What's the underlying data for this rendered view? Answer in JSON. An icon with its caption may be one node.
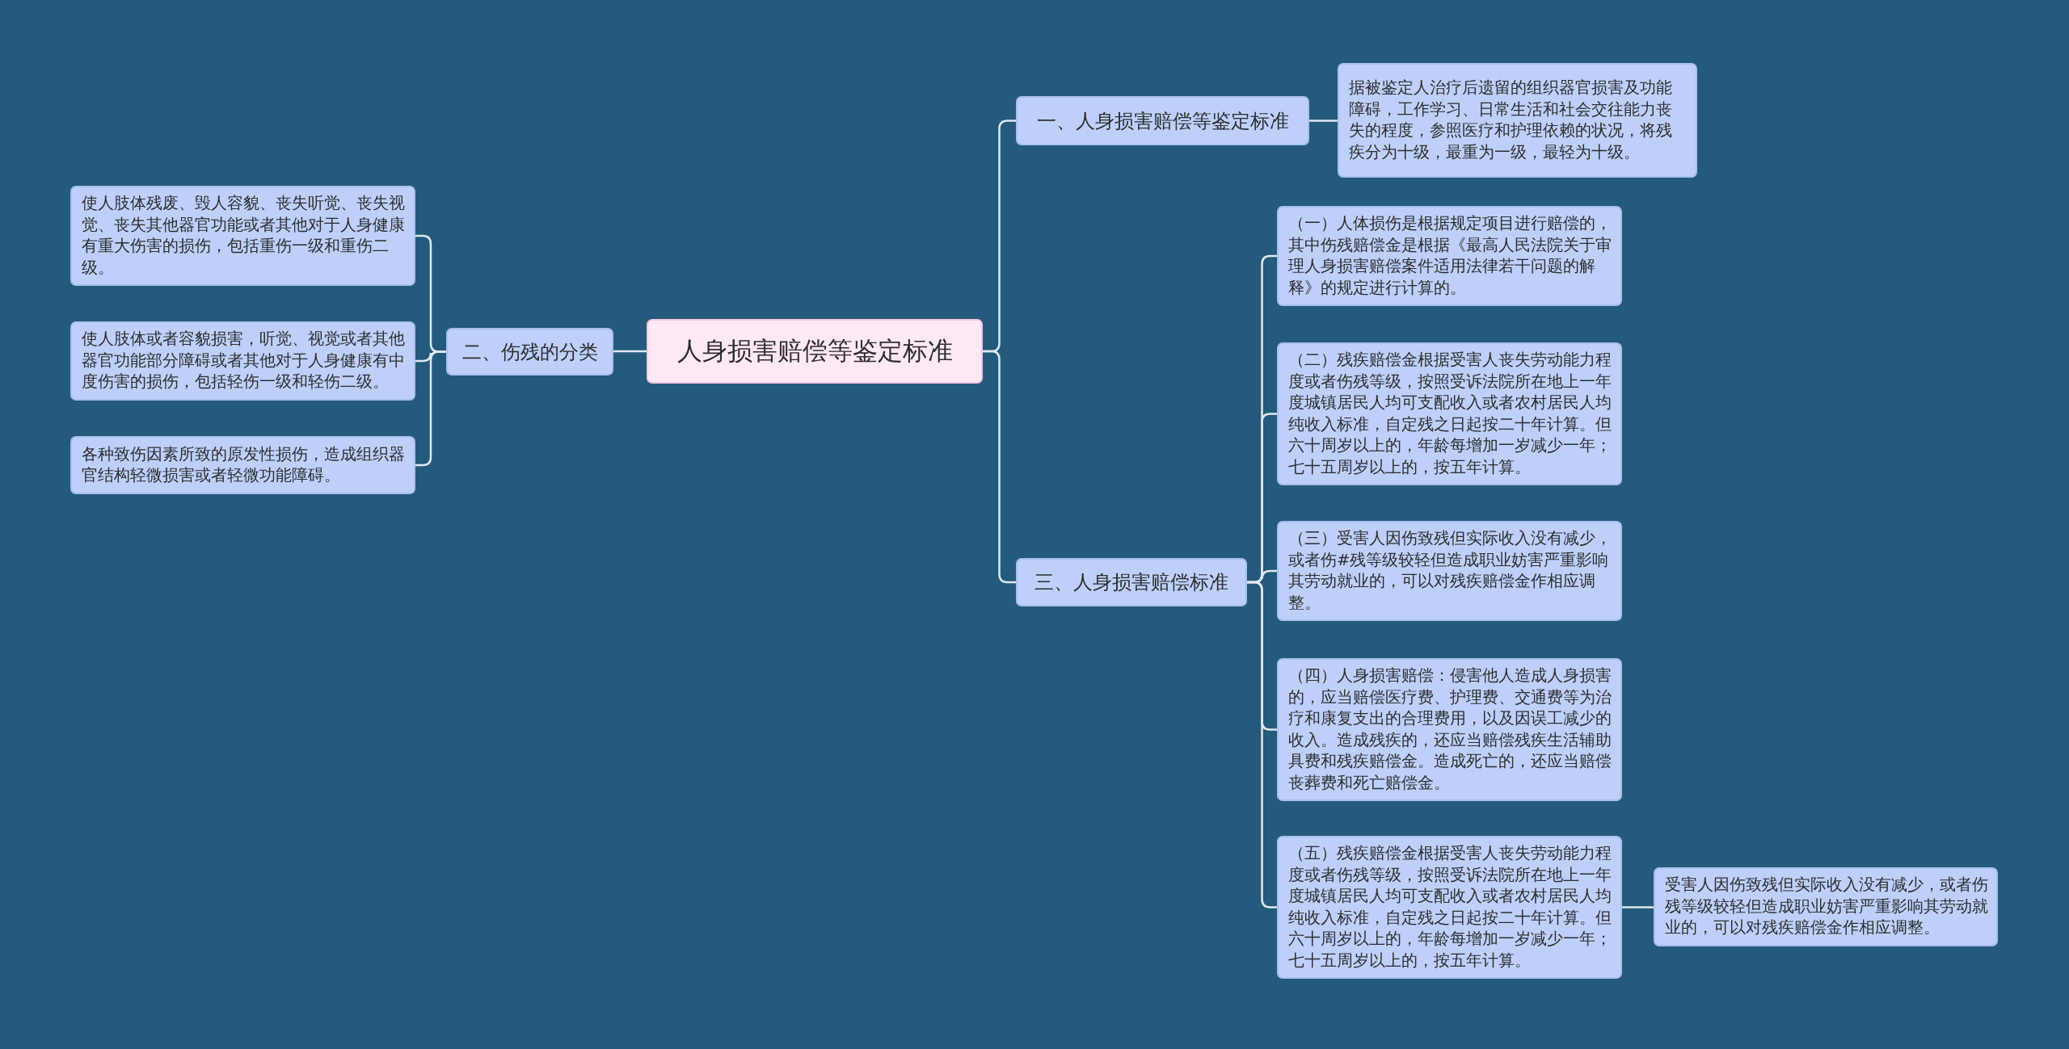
{
  "diagram": {
    "nodes": [
      {
        "text": [
          "人身损害赔偿等鉴定标准"
        ]
      },
      {
        "text": [
          "一、人身损害赔偿等鉴定标准"
        ]
      },
      {
        "text": [
          "据被鉴定人治疗后遗留的组织器官损害及功能障碍，工作学习、日常生活和社会交往能力丧失的程度，参照医疗和护理依赖的状况，将残疾分为十级，最重为一级，最轻为十级。"
        ]
      },
      {
        "text": [
          "三、人身损害赔偿标准"
        ]
      },
      {
        "text": [
          "（一）人体损伤是根据规定项目进行赔偿的，其中伤残赔偿金是根据《最高人民法院关于审理人身损害赔偿案件适用法律若干问题的解释》的规定进行计算的。"
        ]
      },
      {
        "text": [
          "（二）残疾赔偿金根据受害人丧失劳动能力程度或者伤残等级，按照受诉法院所在地上一年度城镇居民人均可支配收入或者农村居民人均纯收入标准，自定残之日起按二十年计算。但六十周岁以上的，年龄每增加一岁减少一年；七十五周岁以上的，按五年计算。"
        ]
      },
      {
        "text": [
          "（三）受害人因伤致残但实际收入没有减少，或者伤#残等级较轻但造成职业妨害严重影响其劳动就业的，可以对残疾赔偿金作相应调整。"
        ]
      },
      {
        "text": [
          "（四）人身损害赔偿：侵害他人造成人身损害的，应当赔偿医疗费、护理费、交通费等为治疗和康复支出的合理费用，以及因误工减少的收入。造成残疾的，还应当赔偿残疾生活辅助具费和残疾赔偿金。造成死亡的，还应当赔偿丧葬费和死亡赔偿金。"
        ]
      },
      {
        "text": [
          "（五）残疾赔偿金根据受害人丧失劳动能力程度或者伤残等级，按照受诉法院所在地上一年度城镇居民人均可支配收入或者农村居民人均纯收入标准，自定残之日起按二十年计算。但六十周岁以上的，年龄每增加一岁减少一年；七十五周岁以上的，按五年计算。"
        ]
      },
      {
        "text": [
          "受害人因伤致残但实际收入没有减少，或者伤残等级较轻但造成职业妨害严重影响其劳动就业的，可以对残疾赔偿金作相应调整。"
        ]
      },
      {
        "text": [
          "二、伤残的分类"
        ]
      },
      {
        "text": [
          "使人肢体残废、毁人容貌、丧失听觉、丧失视觉、丧失其他器官功能或者其他对于人身健康有重大伤害的损伤，包括重伤一级和重伤二级。"
        ]
      },
      {
        "text": [
          "使人肢体或者容貌损害，听觉、视觉或者其他器官功能部分障碍或者其他对于人身健康有中度伤害的损伤，包括轻伤一级和轻伤二级。"
        ]
      },
      {
        "text": [
          "各种致伤因素所致的原发性损伤，造成组织器官结构轻微损害或者轻微功能障碍。"
        ]
      }
    ],
    "edges": [
      {
        "from": 0,
        "to": 1,
        "arrow": "none"
      },
      {
        "from": 1,
        "to": 2,
        "arrow": "none"
      },
      {
        "from": 0,
        "to": 3,
        "arrow": "none"
      },
      {
        "from": 3,
        "to": 4,
        "arrow": "none"
      },
      {
        "from": 3,
        "to": 5,
        "arrow": "none"
      },
      {
        "from": 3,
        "to": 6,
        "arrow": "none"
      },
      {
        "from": 3,
        "to": 7,
        "arrow": "none"
      },
      {
        "from": 3,
        "to": 8,
        "arrow": "none"
      },
      {
        "from": 8,
        "to": 9,
        "arrow": "none"
      },
      {
        "from": 0,
        "to": 10,
        "arrow": "none"
      },
      {
        "from": 10,
        "to": 11,
        "arrow": "none"
      },
      {
        "from": 10,
        "to": 12,
        "arrow": "none"
      },
      {
        "from": 10,
        "to": 13,
        "arrow": "none"
      }
    ]
  }
}
